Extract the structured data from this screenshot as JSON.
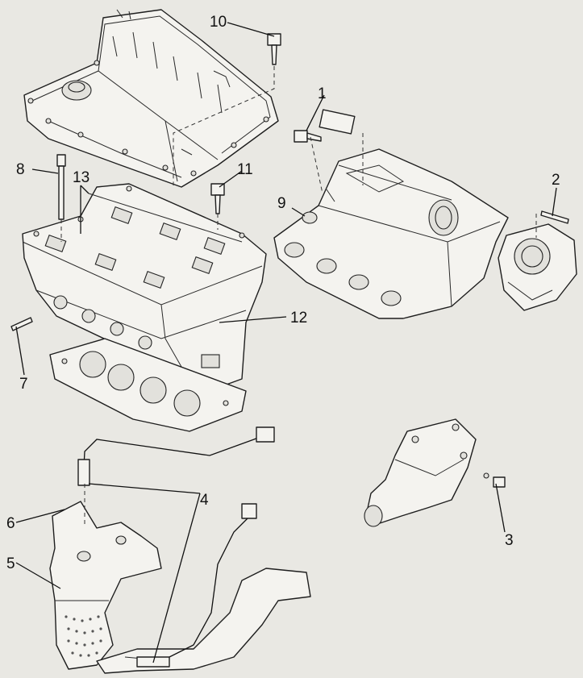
{
  "callouts": [
    {
      "id": "1",
      "label": "1"
    },
    {
      "id": "2",
      "label": "2"
    },
    {
      "id": "3",
      "label": "3"
    },
    {
      "id": "4",
      "label": "4"
    },
    {
      "id": "5",
      "label": "5"
    },
    {
      "id": "6",
      "label": "6"
    },
    {
      "id": "7",
      "label": "7"
    },
    {
      "id": "8",
      "label": "8"
    },
    {
      "id": "9",
      "label": "9"
    },
    {
      "id": "10",
      "label": "10"
    },
    {
      "id": "11",
      "label": "11"
    },
    {
      "id": "12",
      "label": "12"
    },
    {
      "id": "13",
      "label": "13"
    }
  ],
  "colors": {
    "background": "#e9e8e3",
    "ink": "#1e1e1e",
    "paper": "#f4f3ef"
  }
}
